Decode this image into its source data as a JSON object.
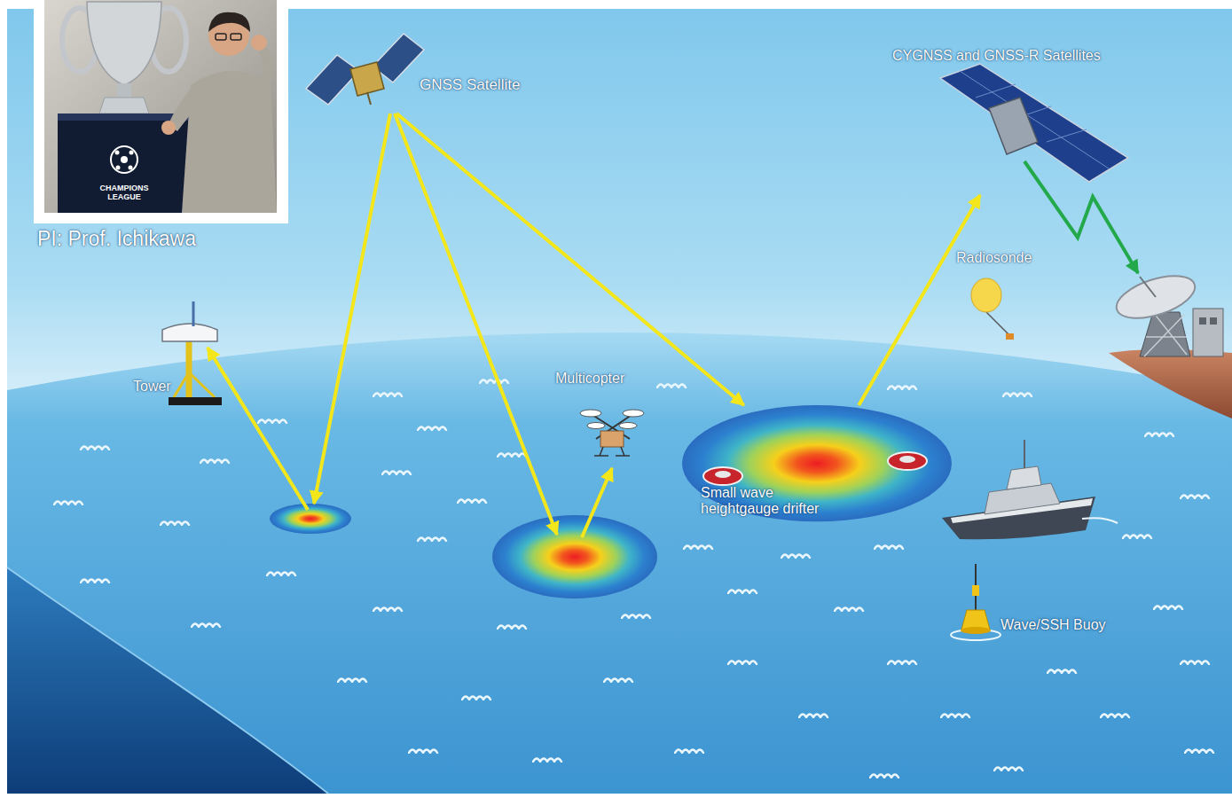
{
  "diagram": {
    "nodes": [
      {
        "text": [
          "GNSS Satellite"
        ]
      },
      {
        "text": [
          "CYGNSS and GNSS-R Satellites"
        ]
      },
      {
        "text": [
          "Radiosonde"
        ]
      },
      {
        "text": [
          "Tower"
        ]
      },
      {
        "text": [
          "Multicopter"
        ]
      },
      {
        "text": [
          "Small wave heightgauge drifter"
        ]
      },
      {
        "text": [
          "Wave/SSH Buoy"
        ]
      }
    ],
    "edges": [
      {
        "from": 0,
        "to": 5,
        "arrow": "to"
      },
      {
        "from": 5,
        "to": 1,
        "arrow": "to"
      }
    ],
    "labels": [
      "PI: Prof. Ichikawa",
      "CHAMPIONS LEAGUE"
    ]
  }
}
